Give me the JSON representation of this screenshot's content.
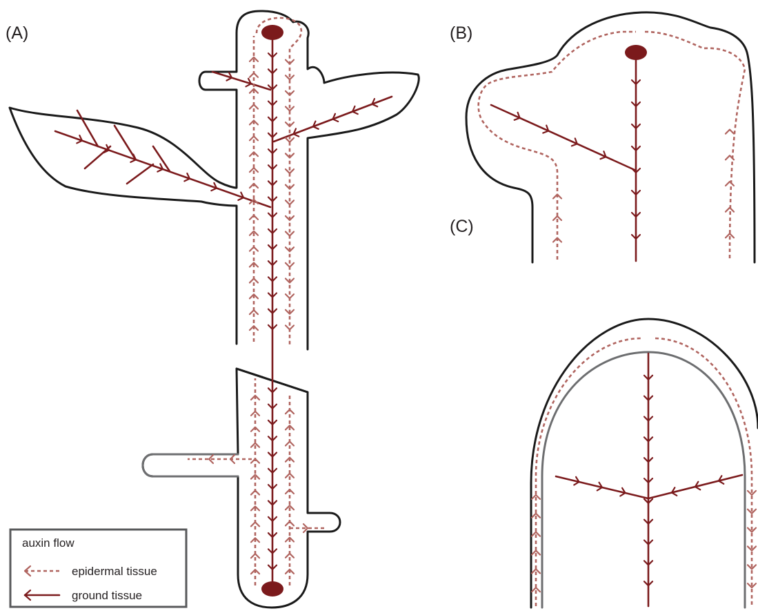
{
  "panels": {
    "a": {
      "label": "(A)"
    },
    "b": {
      "label": "(B)"
    },
    "c": {
      "label": "(C)"
    }
  },
  "legend": {
    "title": "auxin flow",
    "items": [
      {
        "label": "epidermal tissue",
        "style": "dashed"
      },
      {
        "label": "ground tissue",
        "style": "solid"
      }
    ]
  },
  "colors": {
    "ground_tissue": "#7b1a1c",
    "epidermal_tissue": "#b0645f",
    "outline": "#1a1a1a",
    "inner_outline": "#6d6e70"
  }
}
